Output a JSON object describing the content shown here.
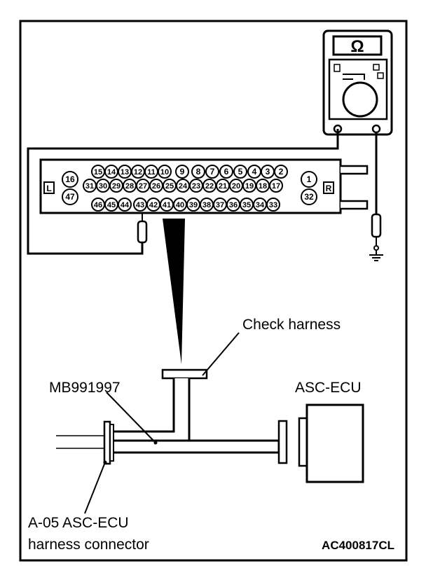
{
  "meter": {
    "symbol": "Ω"
  },
  "connector": {
    "left_label": "L",
    "right_label": "R",
    "row1": [
      "15",
      "14",
      "13",
      "12",
      "11",
      "10",
      "9",
      "8",
      "7",
      "6",
      "5",
      "4",
      "3",
      "2"
    ],
    "row2": [
      "31",
      "30",
      "29",
      "28",
      "27",
      "26",
      "25",
      "24",
      "23",
      "22",
      "21",
      "20",
      "19",
      "18",
      "17"
    ],
    "row3": [
      "46",
      "45",
      "44",
      "43",
      "42",
      "41",
      "40",
      "39",
      "38",
      "37",
      "36",
      "35",
      "34",
      "33"
    ],
    "left_pins": [
      "16",
      "47"
    ],
    "right_pins": [
      "1",
      "32"
    ]
  },
  "labels": {
    "check_harness": "Check harness",
    "tool": "MB991997",
    "ecu": "ASC-ECU",
    "connector_line1": "A-05 ASC-ECU",
    "connector_line2": "harness connector",
    "figure_code": "AC400817CL"
  }
}
